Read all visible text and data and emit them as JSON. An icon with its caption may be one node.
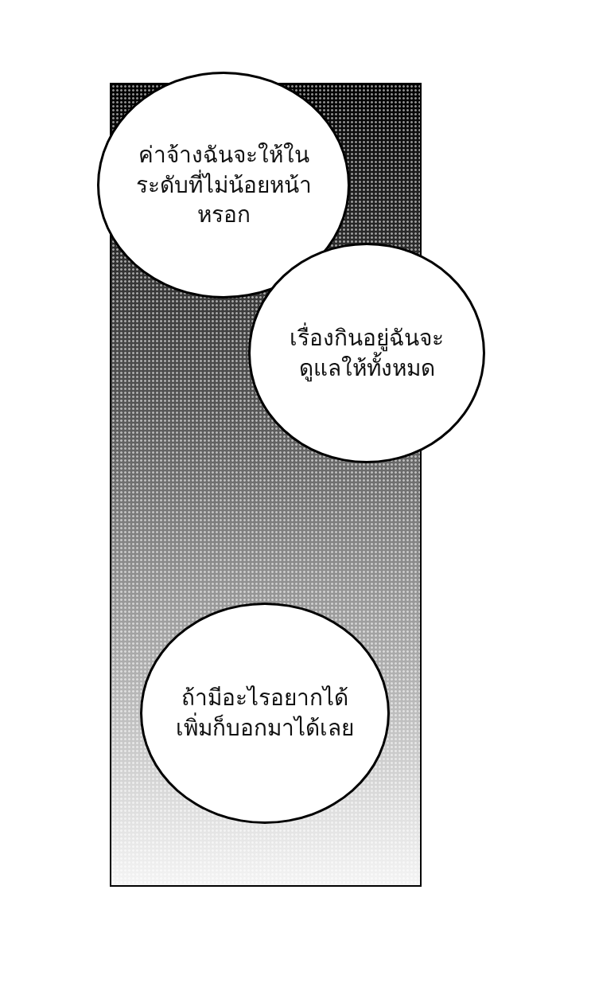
{
  "diagram": {
    "nodes": [
      {
        "text": [
          "ค่าจ้างฉันจะให้ในระดับที่ไม่น้อยหน้าหรอก"
        ]
      },
      {
        "text": [
          "เรื่องกินอยู่ฉันจะดูแลให้ทั้งหมด"
        ]
      },
      {
        "text": [
          "ถ้ามีอะไรอยากได้เพิ่มก็บอกมาได้เลย"
        ]
      }
    ]
  }
}
